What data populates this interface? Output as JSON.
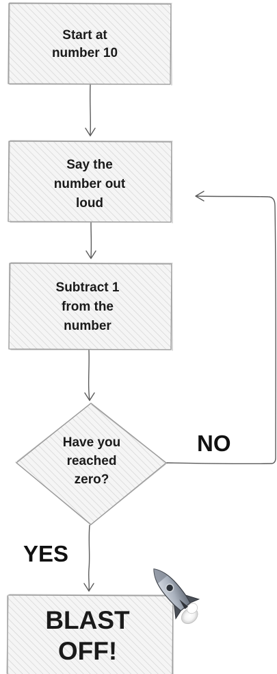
{
  "diagram": {
    "type": "flowchart",
    "nodes": {
      "start": {
        "shape": "rectangle",
        "lines": [
          "Start at",
          "number 10"
        ]
      },
      "say": {
        "shape": "rectangle",
        "lines": [
          "Say the",
          "number out",
          "loud"
        ]
      },
      "subtract": {
        "shape": "rectangle",
        "lines": [
          "Subtract 1",
          "from the",
          "number"
        ]
      },
      "decision": {
        "shape": "diamond",
        "lines": [
          "Have you",
          "reached",
          "zero?"
        ]
      },
      "blast": {
        "shape": "rectangle",
        "lines": [
          "BLAST",
          "OFF!"
        ]
      }
    },
    "edges": {
      "no_label": "NO",
      "yes_label": "YES"
    },
    "decoration": "rocket-icon",
    "colors": {
      "node_fill": "#f4f4f4",
      "hatch": "#d9d9d9",
      "border": "#9a9a9a",
      "connector": "#5a5a5a",
      "text": "#1a1a1a"
    }
  }
}
